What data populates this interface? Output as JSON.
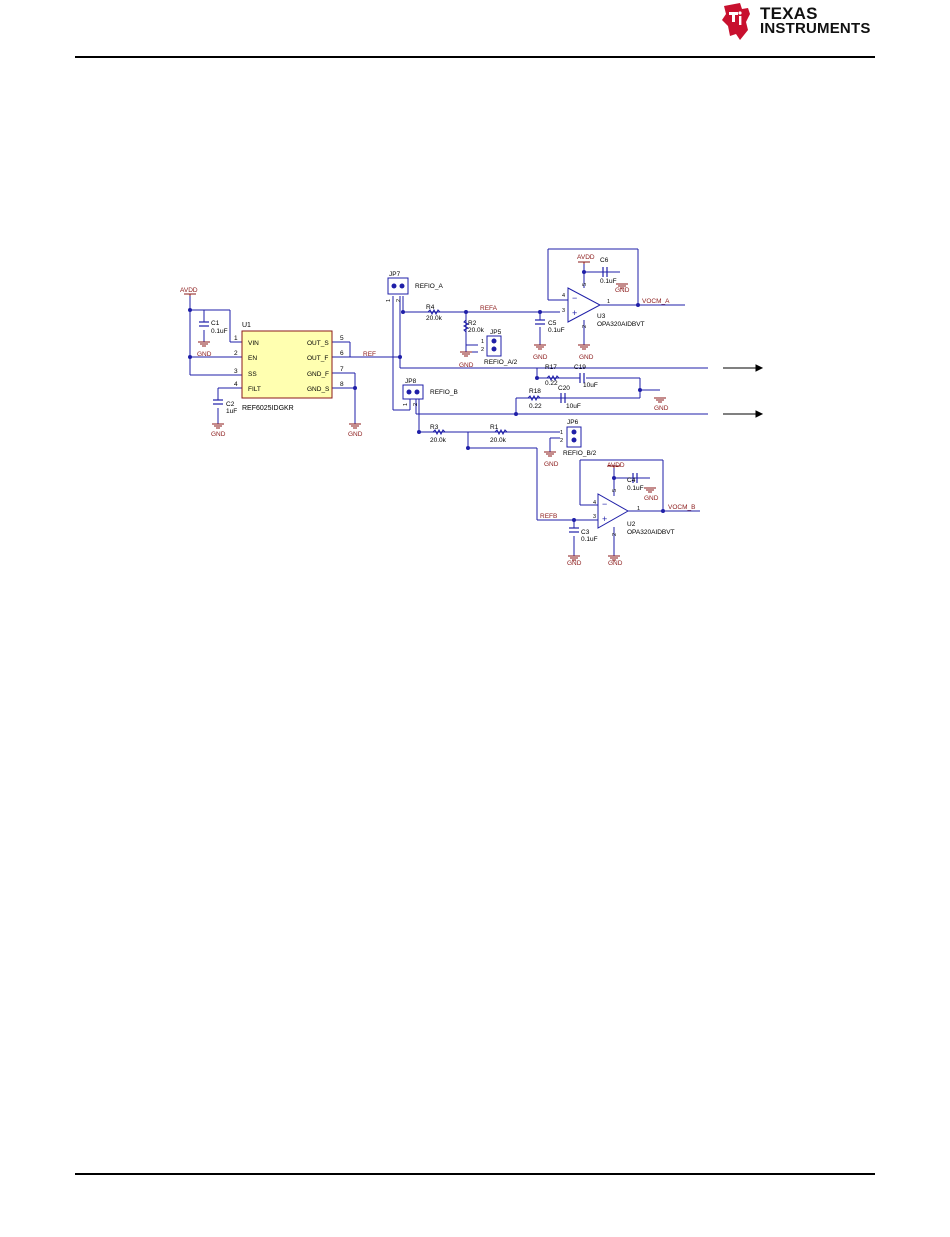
{
  "header": {
    "brand_line1": "TEXAS",
    "brand_line2": "INSTRUMENTS"
  },
  "schematic": {
    "nets": {
      "avdd_u1": "AVDD",
      "avdd_u3": "AVDD",
      "avdd_u2": "AVDD",
      "ref": "REF",
      "refa": "REFA",
      "refb": "REFB",
      "vocm_a": "VOCM_A",
      "vocm_b": "VOCM_B",
      "gnd": "GND"
    },
    "u1": {
      "ref": "U1",
      "part": "REF6025IDGKR",
      "pins_left": [
        {
          "num": "1",
          "name": "VIN"
        },
        {
          "num": "2",
          "name": "EN"
        },
        {
          "num": "3",
          "name": "SS"
        },
        {
          "num": "4",
          "name": "FILT"
        }
      ],
      "pins_right": [
        {
          "num": "5",
          "name": "OUT_S"
        },
        {
          "num": "6",
          "name": "OUT_F"
        },
        {
          "num": "7",
          "name": "GND_F"
        },
        {
          "num": "8",
          "name": "GND_S"
        }
      ]
    },
    "u3": {
      "ref": "U3",
      "part": "OPA320AIDBVT",
      "pins": [
        "4",
        "3",
        "1",
        "5",
        "2"
      ]
    },
    "u2": {
      "ref": "U2",
      "part": "OPA320AIDBVT",
      "pins": [
        "4",
        "3",
        "1",
        "5",
        "2"
      ]
    },
    "caps": {
      "c1": {
        "ref": "C1",
        "value": "0.1uF"
      },
      "c2": {
        "ref": "C2",
        "value": "1uF"
      },
      "c3": {
        "ref": "C3",
        "value": "0.1uF"
      },
      "c4": {
        "ref": "C4",
        "value": "0.1uF"
      },
      "c5": {
        "ref": "C5",
        "value": "0.1uF"
      },
      "c6": {
        "ref": "C6",
        "value": "0.1uF"
      },
      "c19": {
        "ref": "C19",
        "value": "10uF"
      },
      "c20": {
        "ref": "C20",
        "value": "10uF"
      }
    },
    "resistors": {
      "r1": {
        "ref": "R1",
        "value": "20.0k"
      },
      "r2": {
        "ref": "R2",
        "value": "20.0k"
      },
      "r3": {
        "ref": "R3",
        "value": "20.0k"
      },
      "r4": {
        "ref": "R4",
        "value": "20.0k"
      },
      "r17": {
        "ref": "R17",
        "value": "0.22"
      },
      "r18": {
        "ref": "R18",
        "value": "0.22"
      }
    },
    "jumpers": {
      "jp7": {
        "ref": "JP7",
        "label": "REFIO_A",
        "pins": [
          "1",
          "2"
        ]
      },
      "jp8": {
        "ref": "JP8",
        "label": "REFIO_B",
        "pins": [
          "1",
          "2"
        ]
      },
      "jp5": {
        "ref": "JP5",
        "label": "REFIO_A/2",
        "pins": [
          "1",
          "2"
        ]
      },
      "jp6": {
        "ref": "JP6",
        "label": "REFIO_B/2",
        "pins": [
          "1",
          "2"
        ]
      }
    },
    "colors": {
      "wire": "#1f1fa8",
      "power": "#8b1a1a",
      "chip_fill": "#ffffb0",
      "label": "#000000"
    }
  }
}
